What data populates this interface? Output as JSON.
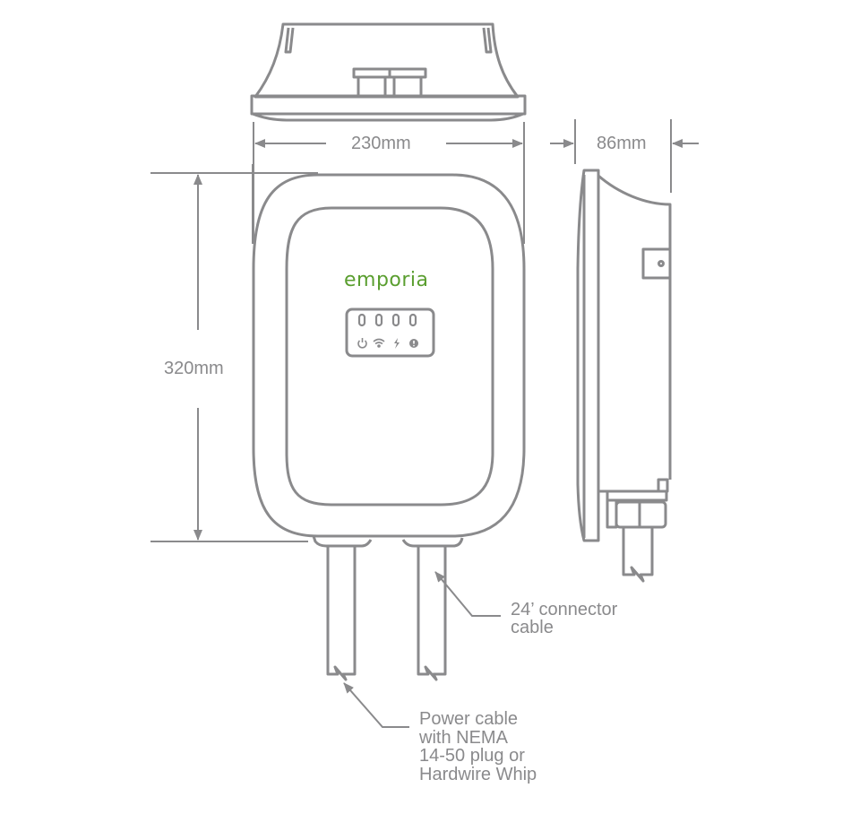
{
  "diagram": {
    "colors": {
      "line": "#8a8a8c",
      "brand_green": "#5a9e2f",
      "background": "#ffffff"
    },
    "views": {
      "top": {
        "name": "top view"
      },
      "front": {
        "name": "front view",
        "brand_logo": "emporia"
      },
      "side": {
        "name": "side view"
      }
    },
    "indicators": {
      "leds": [
        "0",
        "0",
        "0",
        "0"
      ],
      "icons": [
        "power-icon",
        "wifi-icon",
        "lightning-bolt-icon",
        "alert-icon"
      ]
    },
    "dimensions": {
      "width": "230mm",
      "depth": "86mm",
      "height": "320mm"
    },
    "callouts": {
      "connector_cable": "24’ connector\ncable",
      "power_cable": "Power cable\nwith NEMA\n14-50 plug or\nHardwire Whip"
    }
  }
}
